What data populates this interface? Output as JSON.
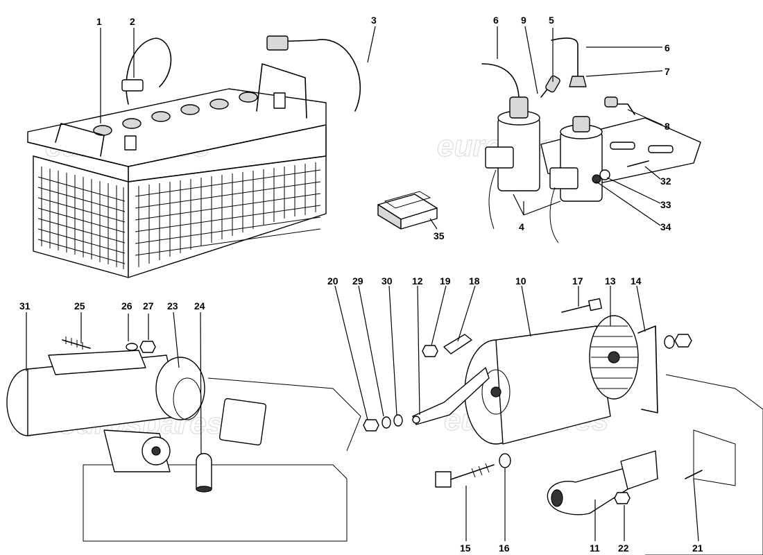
{
  "watermark": {
    "text": "eurospares"
  },
  "callouts": {
    "c1": "1",
    "c2": "2",
    "c3": "3",
    "c4": "4",
    "c5": "5",
    "c6a": "6",
    "c6b": "6",
    "c7": "7",
    "c8": "8",
    "c9": "9",
    "c10": "10",
    "c11": "11",
    "c12": "12",
    "c13": "13",
    "c14": "14",
    "c15": "15",
    "c16": "16",
    "c17": "17",
    "c18": "18",
    "c19": "19",
    "c20": "20",
    "c21": "21",
    "c22": "22",
    "c23": "23",
    "c24": "24",
    "c25": "25",
    "c26": "26",
    "c27": "27",
    "c29": "29",
    "c30": "30",
    "c31": "31",
    "c32": "32",
    "c33": "33",
    "c34": "34",
    "c35": "35"
  }
}
